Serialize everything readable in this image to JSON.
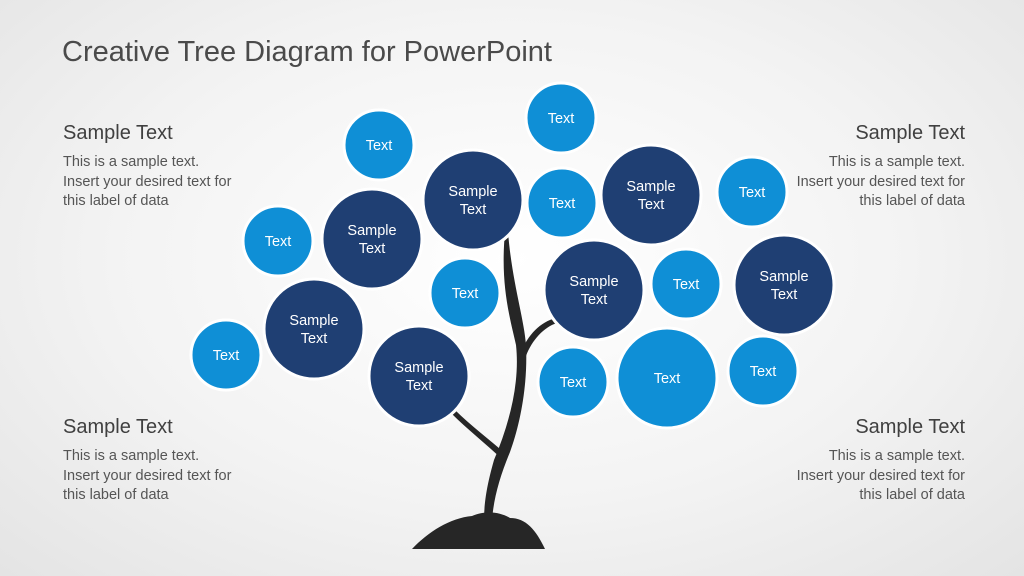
{
  "slide": {
    "title": "Creative Tree Diagram for PowerPoint",
    "colors": {
      "dark_node": "#1f3f73",
      "light_node": "#0f8fd6",
      "node_stroke": "#ffffff",
      "trunk": "#262626"
    }
  },
  "labels": [
    {
      "heading": "Sample Text",
      "body": "This is a sample text. Insert your desired text for this label of data"
    },
    {
      "heading": "Sample Text",
      "body": "This is a sample text. Insert your desired text for this label of data"
    },
    {
      "heading": "Sample Text",
      "body": "This is a sample text. Insert your desired text for this label of data"
    },
    {
      "heading": "Sample Text",
      "body": "This is a sample text. Insert your desired text for this label of data"
    }
  ],
  "nodes": [
    {
      "label": "Text",
      "kind": "light"
    },
    {
      "label": "Text",
      "kind": "light"
    },
    {
      "label": "Sample Text",
      "kind": "dark"
    },
    {
      "label": "Text",
      "kind": "light"
    },
    {
      "label": "Sample Text",
      "kind": "dark"
    },
    {
      "label": "Text",
      "kind": "light"
    },
    {
      "label": "Sample Text",
      "kind": "dark"
    },
    {
      "label": "Text",
      "kind": "light"
    },
    {
      "label": "Text",
      "kind": "light"
    },
    {
      "label": "Sample Text",
      "kind": "dark"
    },
    {
      "label": "Sample Text",
      "kind": "dark"
    },
    {
      "label": "Text",
      "kind": "light"
    },
    {
      "label": "Text",
      "kind": "light"
    },
    {
      "label": "Sample Text",
      "kind": "dark"
    },
    {
      "label": "Text",
      "kind": "light"
    },
    {
      "label": "Sample Text",
      "kind": "dark"
    },
    {
      "label": "Text",
      "kind": "light"
    },
    {
      "label": "Text",
      "kind": "light"
    }
  ]
}
